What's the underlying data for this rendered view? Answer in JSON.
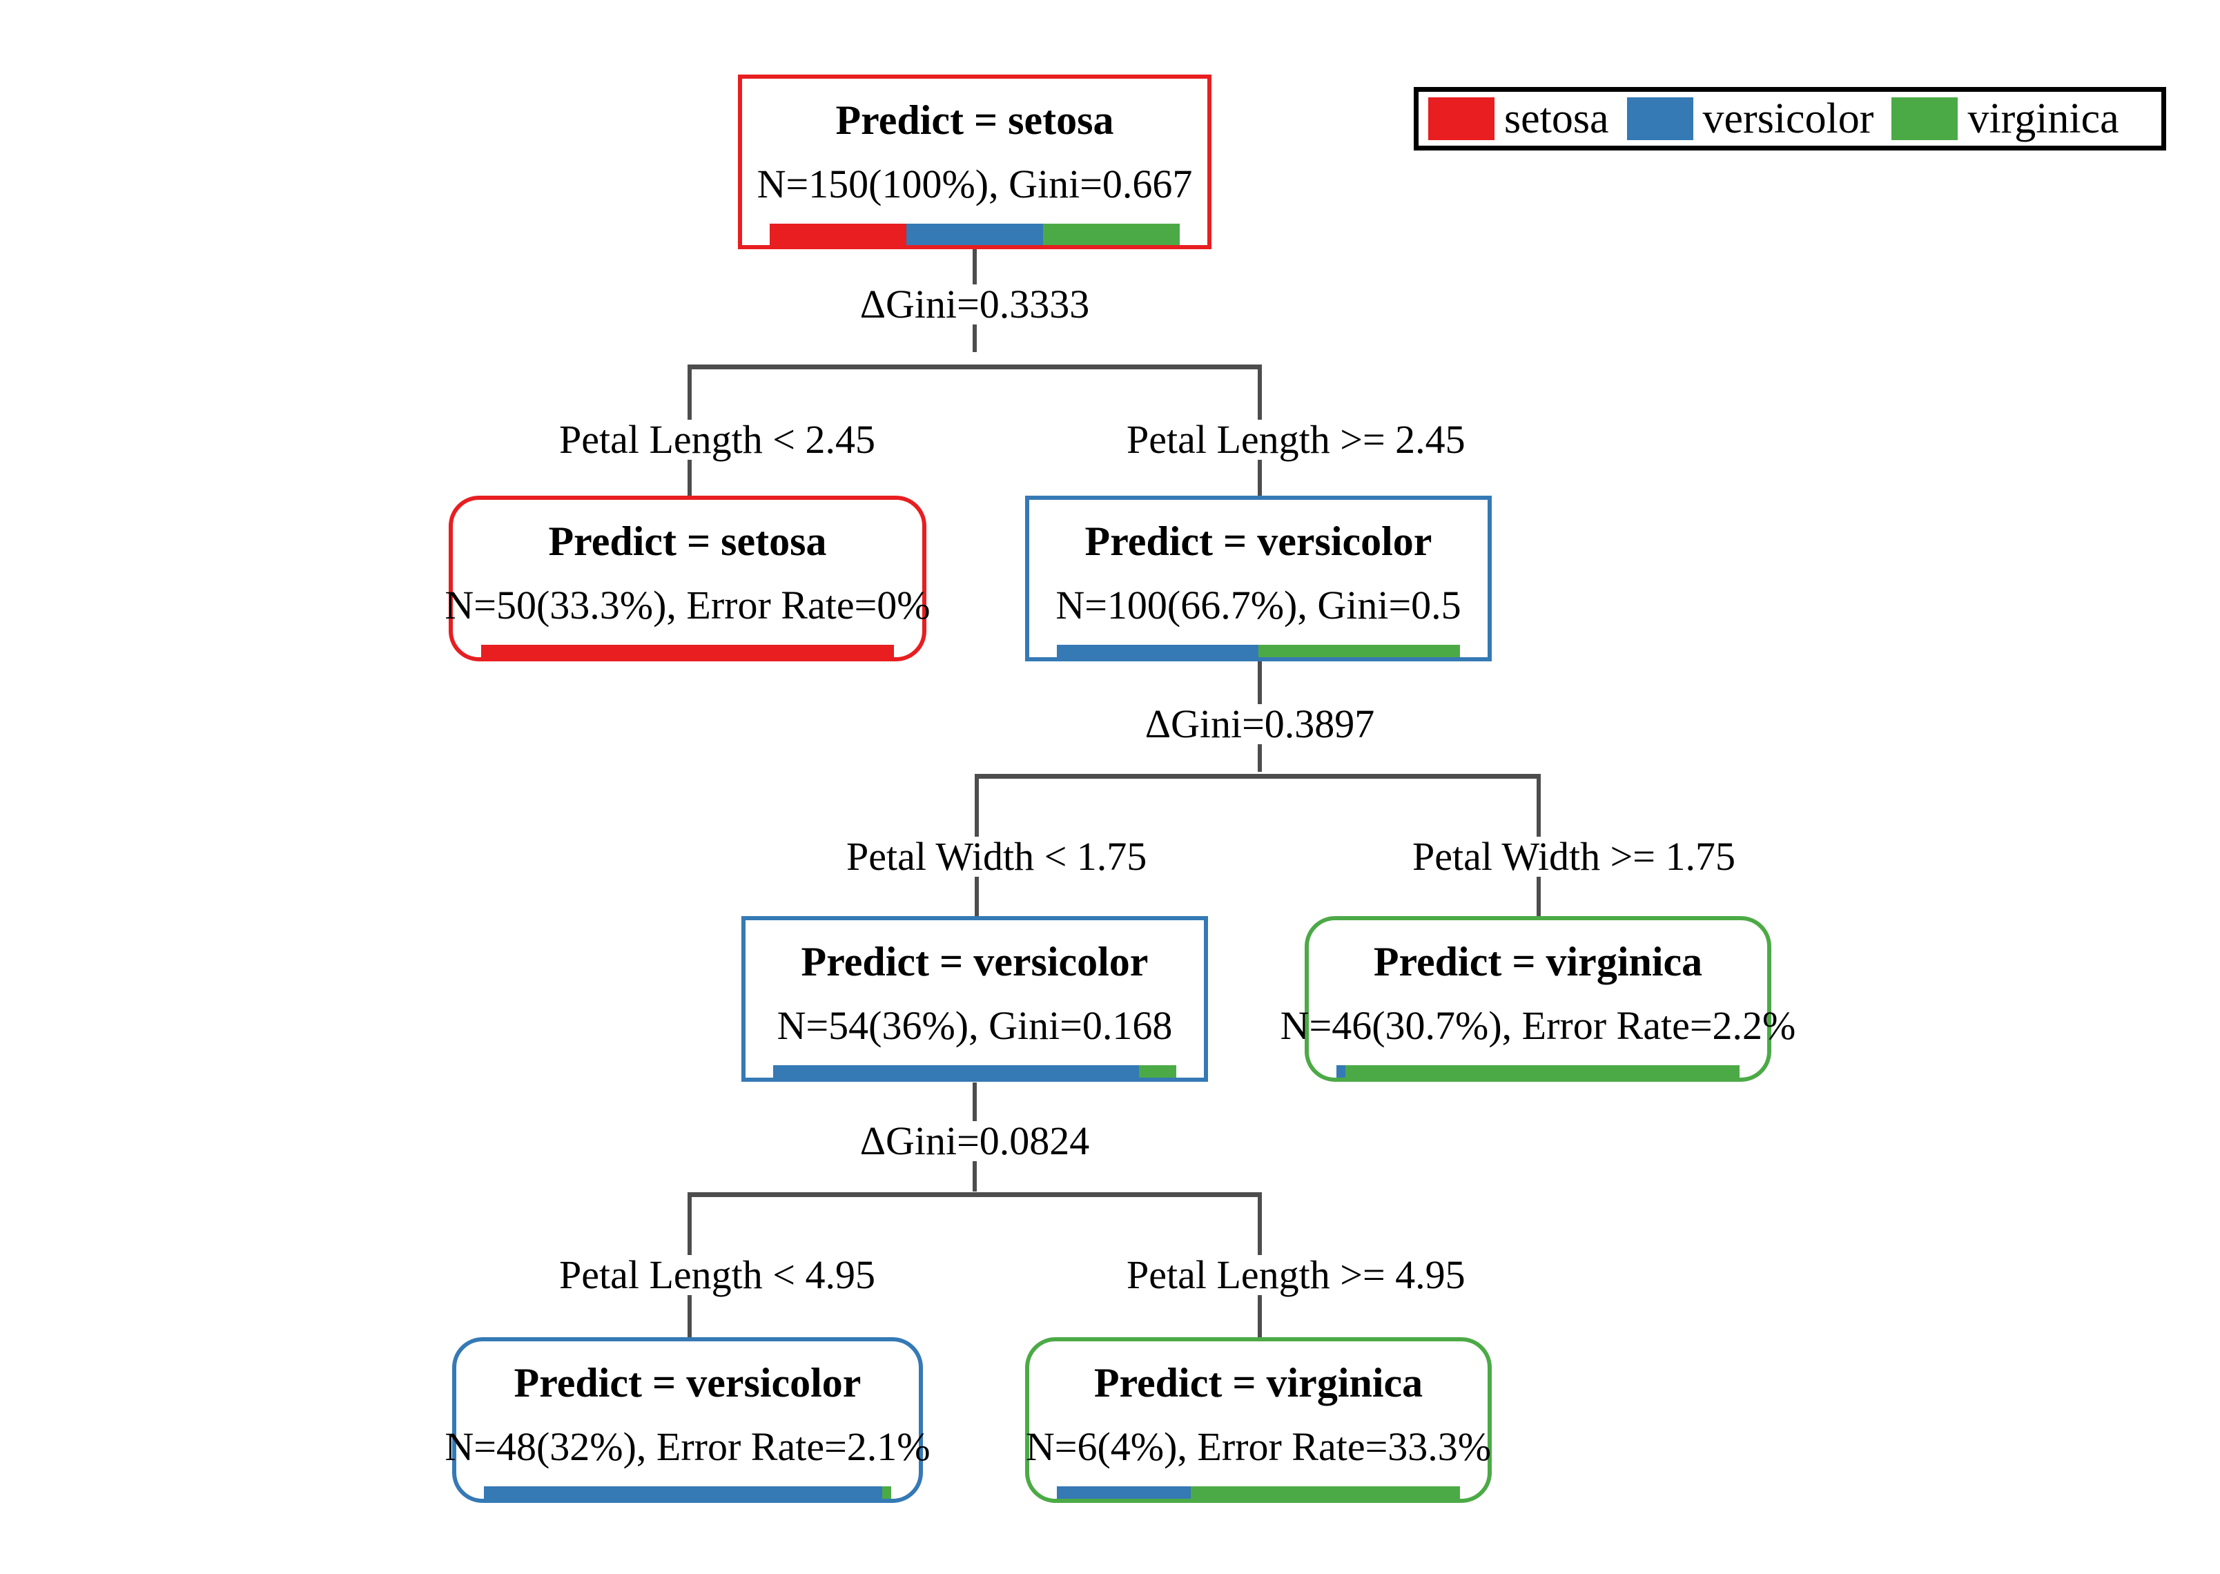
{
  "legend": {
    "entries": [
      {
        "label": "setosa",
        "color": "#E81E20"
      },
      {
        "label": "versicolor",
        "color": "#3579B5"
      },
      {
        "label": "virginica",
        "color": "#4CAA46"
      }
    ]
  },
  "palette": {
    "setosa": "#E81E20",
    "versicolor": "#3579B5",
    "virginica": "#4CAA46",
    "connector": "#4d4d4d",
    "text": "#000000",
    "background": "#ffffff"
  },
  "chart_data": {
    "type": "tree",
    "title": "",
    "classes": [
      "setosa",
      "versicolor",
      "virginica"
    ],
    "total_n": 150,
    "nodes": [
      {
        "id": "root",
        "title": "Predict = setosa",
        "stats": "N=150(100%), Gini=0.667",
        "n": 150,
        "percent": "100%",
        "gini": 0.667,
        "border_color": "#E81E20",
        "rounded": false,
        "distribution": [
          {
            "class": "setosa",
            "fraction": 33.34,
            "color": "#E81E20"
          },
          {
            "class": "versicolor",
            "fraction": 33.33,
            "color": "#3579B5"
          },
          {
            "class": "virginica",
            "fraction": 33.33,
            "color": "#4CAA46"
          }
        ]
      },
      {
        "id": "setosa-leaf",
        "title": "Predict = setosa",
        "stats": "N=50(33.3%), Error Rate=0%",
        "n": 50,
        "percent": "33.3%",
        "error_rate": "0%",
        "border_color": "#E81E20",
        "rounded": true,
        "distribution": [
          {
            "class": "setosa",
            "fraction": 100,
            "color": "#E81E20"
          }
        ]
      },
      {
        "id": "versicolor-100",
        "title": "Predict = versicolor",
        "stats": "N=100(66.7%), Gini=0.5",
        "n": 100,
        "percent": "66.7%",
        "gini": 0.5,
        "border_color": "#3579B5",
        "rounded": false,
        "distribution": [
          {
            "class": "versicolor",
            "fraction": 50,
            "color": "#3579B5"
          },
          {
            "class": "virginica",
            "fraction": 50,
            "color": "#4CAA46"
          }
        ]
      },
      {
        "id": "versicolor-54",
        "title": "Predict = versicolor",
        "stats": "N=54(36%), Gini=0.168",
        "n": 54,
        "percent": "36%",
        "gini": 0.168,
        "border_color": "#3579B5",
        "rounded": false,
        "distribution": [
          {
            "class": "versicolor",
            "fraction": 90.7,
            "color": "#3579B5"
          },
          {
            "class": "virginica",
            "fraction": 9.3,
            "color": "#4CAA46"
          }
        ]
      },
      {
        "id": "virginica-46",
        "title": "Predict = virginica",
        "stats": "N=46(30.7%), Error Rate=2.2%",
        "n": 46,
        "percent": "30.7%",
        "error_rate": "2.2%",
        "border_color": "#4CAA46",
        "rounded": true,
        "distribution": [
          {
            "class": "versicolor",
            "fraction": 2.2,
            "color": "#3579B5"
          },
          {
            "class": "virginica",
            "fraction": 97.8,
            "color": "#4CAA46"
          }
        ]
      },
      {
        "id": "versicolor-48",
        "title": "Predict = versicolor",
        "stats": "N=48(32%), Error Rate=2.1%",
        "n": 48,
        "percent": "32%",
        "error_rate": "2.1%",
        "border_color": "#3579B5",
        "rounded": true,
        "distribution": [
          {
            "class": "versicolor",
            "fraction": 97.9,
            "color": "#3579B5"
          },
          {
            "class": "virginica",
            "fraction": 2.1,
            "color": "#4CAA46"
          }
        ]
      },
      {
        "id": "virginica-6",
        "title": "Predict = virginica",
        "stats": "N=6(4%), Error Rate=33.3%",
        "n": 6,
        "percent": "4%",
        "error_rate": "33.3%",
        "border_color": "#4CAA46",
        "rounded": true,
        "distribution": [
          {
            "class": "versicolor",
            "fraction": 33.3,
            "color": "#3579B5"
          },
          {
            "class": "virginica",
            "fraction": 66.7,
            "color": "#4CAA46"
          }
        ]
      }
    ],
    "splits": [
      {
        "id": "split-1",
        "parent": "root",
        "gini_gain_label": "ΔGini=0.3333",
        "gini_gain": 0.3333,
        "left_label": "Petal Length < 2.45",
        "right_label": "Petal Length >= 2.45",
        "feature": "Petal Length",
        "threshold": 2.45
      },
      {
        "id": "split-2",
        "parent": "versicolor-100",
        "gini_gain_label": "ΔGini=0.3897",
        "gini_gain": 0.3897,
        "left_label": "Petal Width < 1.75",
        "right_label": "Petal Width >= 1.75",
        "feature": "Petal Width",
        "threshold": 1.75
      },
      {
        "id": "split-3",
        "parent": "versicolor-54",
        "gini_gain_label": "ΔGini=0.0824",
        "gini_gain": 0.0824,
        "left_label": "Petal Length < 4.95",
        "right_label": "Petal Length >= 4.95",
        "feature": "Petal Length",
        "threshold": 4.95
      }
    ]
  }
}
